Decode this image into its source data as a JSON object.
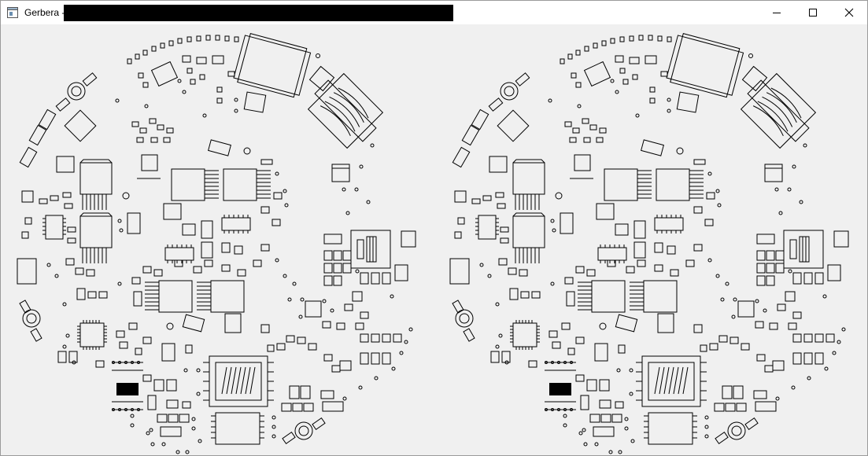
{
  "window": {
    "title": "Gerbera -",
    "icon": "app-window-icon",
    "controls": [
      "minimize-icon",
      "maximize-icon",
      "close-icon"
    ]
  },
  "canvas": {
    "background": "#f0f0f0",
    "stroke_color": "#000000",
    "views": [
      "pcb-layer-view-left",
      "pcb-layer-view-right"
    ]
  }
}
